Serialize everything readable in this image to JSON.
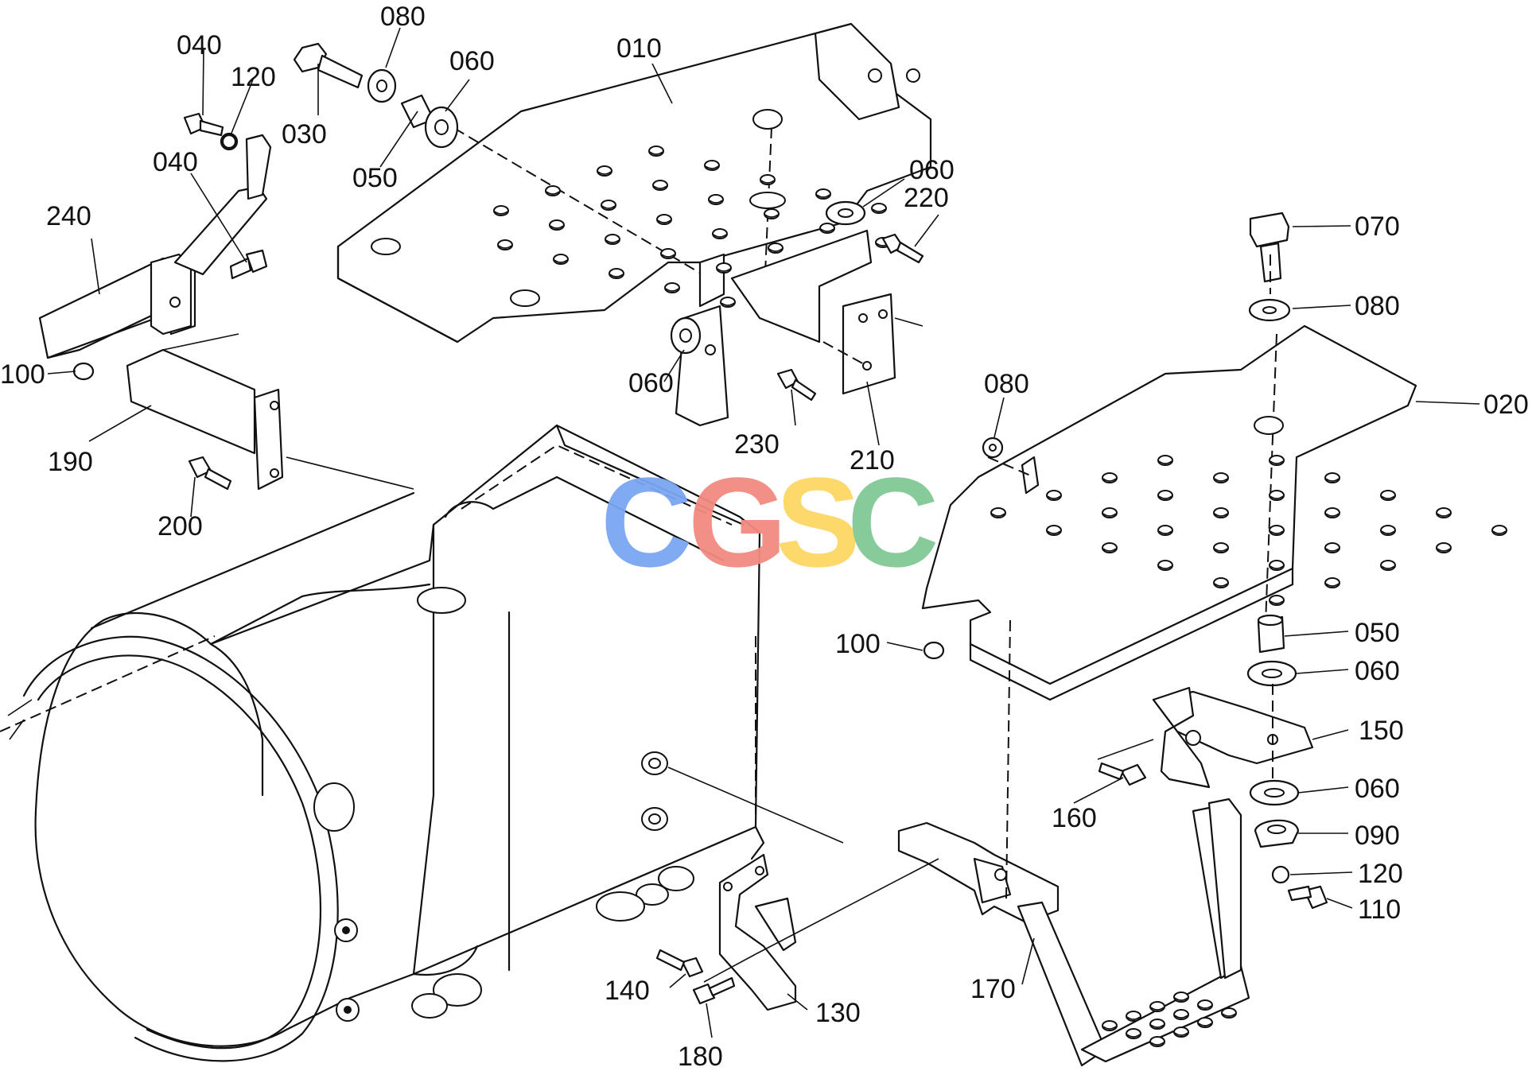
{
  "watermark": {
    "letters": [
      "C",
      "G",
      "S",
      "C"
    ],
    "colors": [
      "#7aa6f2",
      "#f28b82",
      "#fdd663",
      "#81c995"
    ]
  },
  "part_labels": {
    "p010": "010",
    "p020": "020",
    "p030": "030",
    "p040a": "040",
    "p040b": "040",
    "p050a": "050",
    "p050b": "050",
    "p060a": "060",
    "p060b": "060",
    "p060c": "060",
    "p060d": "060",
    "p060e": "060",
    "p070": "070",
    "p080a": "080",
    "p080b": "080",
    "p080c": "080",
    "p090": "090",
    "p100a": "100",
    "p100b": "100",
    "p110": "110",
    "p120a": "120",
    "p120b": "120",
    "p130": "130",
    "p140": "140",
    "p150": "150",
    "p160": "160",
    "p170": "170",
    "p180": "180",
    "p190": "190",
    "p200": "200",
    "p210": "210",
    "p220": "220",
    "p230": "230",
    "p240": "240"
  }
}
